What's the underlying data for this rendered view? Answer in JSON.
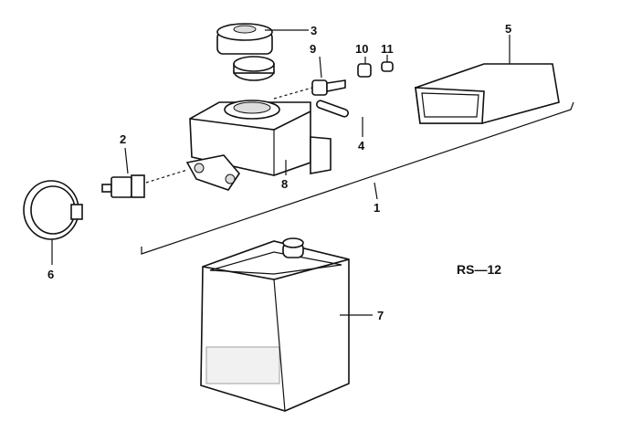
{
  "diagram": {
    "code": "RS—12",
    "callouts": [
      {
        "id": "1",
        "part": "master-cylinder-assembly"
      },
      {
        "id": "2",
        "part": "sensor-switch"
      },
      {
        "id": "3",
        "part": "reservoir-cap"
      },
      {
        "id": "4",
        "part": "pin"
      },
      {
        "id": "5",
        "part": "protective-sleeve"
      },
      {
        "id": "6",
        "part": "hose-clamp"
      },
      {
        "id": "7",
        "part": "fluid-can"
      },
      {
        "id": "8",
        "part": "master-cylinder-body"
      },
      {
        "id": "9",
        "part": "screw"
      },
      {
        "id": "10",
        "part": "washer-nut"
      },
      {
        "id": "11",
        "part": "plug"
      }
    ]
  }
}
